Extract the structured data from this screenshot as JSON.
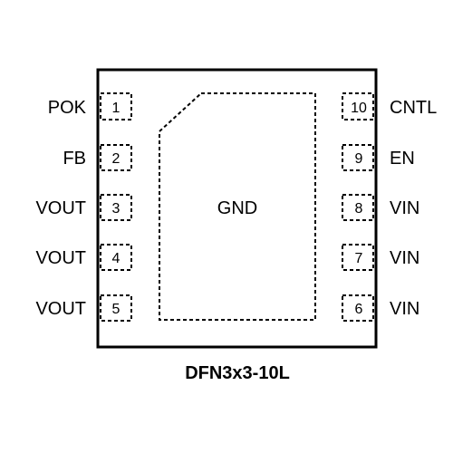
{
  "package": {
    "name": "DFN3x3-10L",
    "center_pad_label": "GND",
    "left_pins": [
      {
        "number": "1",
        "name": "POK"
      },
      {
        "number": "2",
        "name": "FB"
      },
      {
        "number": "3",
        "name": "VOUT"
      },
      {
        "number": "4",
        "name": "VOUT"
      },
      {
        "number": "5",
        "name": "VOUT"
      }
    ],
    "right_pins": [
      {
        "number": "10",
        "name": "CNTL"
      },
      {
        "number": "9",
        "name": "EN"
      },
      {
        "number": "8",
        "name": "VIN"
      },
      {
        "number": "7",
        "name": "VIN"
      },
      {
        "number": "6",
        "name": "VIN"
      }
    ]
  },
  "colors": {
    "outline": "#000000",
    "background": "#ffffff"
  }
}
